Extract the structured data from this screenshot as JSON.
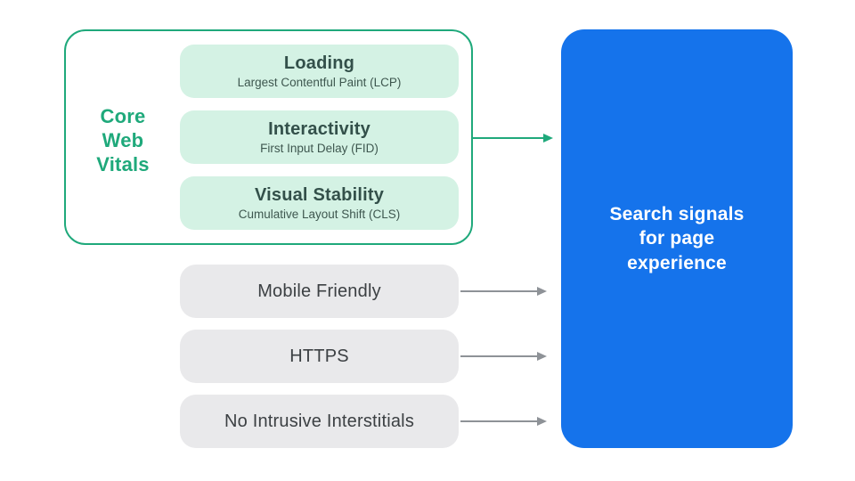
{
  "colors": {
    "green": "#1FA97B",
    "mint": "#D4F2E4",
    "mint_text": "#33504A",
    "mint_subtext": "#3E574F",
    "gray_fill": "#E9E9EB",
    "gray_text": "#3C4043",
    "arrow_gray": "#8E9297",
    "blue": "#1573EB",
    "blue_text": "#FFFFFF"
  },
  "core_web_vitals": {
    "label_lines": [
      "Core",
      "Web",
      "Vitals"
    ],
    "cards": [
      {
        "title": "Loading",
        "subtitle": "Largest Contentful Paint (LCP)"
      },
      {
        "title": "Interactivity",
        "subtitle": "First Input Delay (FID)"
      },
      {
        "title": "Visual Stability",
        "subtitle": "Cumulative Layout Shift (CLS)"
      }
    ]
  },
  "other_signals": [
    {
      "label": "Mobile Friendly"
    },
    {
      "label": "HTTPS"
    },
    {
      "label": "No Intrusive Interstitials"
    }
  ],
  "result": {
    "lines": [
      "Search signals",
      "for page",
      "experience"
    ]
  }
}
